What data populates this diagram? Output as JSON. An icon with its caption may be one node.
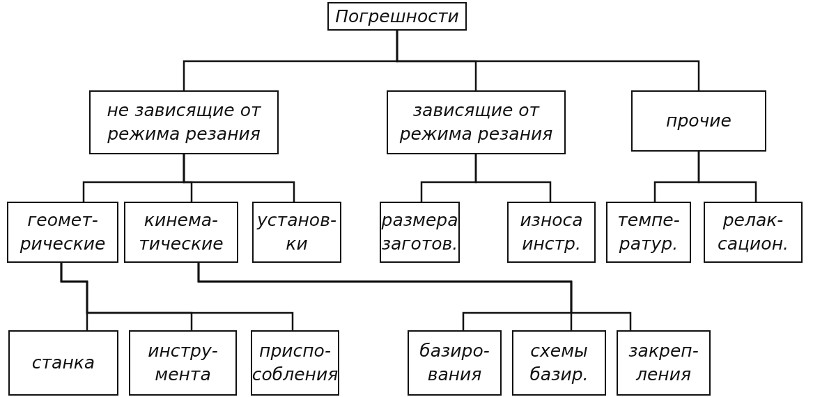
{
  "diagram": {
    "nodes": [
      {
        "text": [
          "Погрешности"
        ]
      },
      {
        "text": [
          "не зависящие от режима резания"
        ]
      },
      {
        "text": [
          "зависящие от режима резания"
        ]
      },
      {
        "text": [
          "прочие"
        ]
      },
      {
        "text": [
          "геомет- рические"
        ]
      },
      {
        "text": [
          "кинема- тические"
        ]
      },
      {
        "text": [
          "установ- ки"
        ]
      },
      {
        "text": [
          "размера заготов."
        ]
      },
      {
        "text": [
          "износа инстр."
        ]
      },
      {
        "text": [
          "темпе- ратур."
        ]
      },
      {
        "text": [
          "релак- сацион."
        ]
      },
      {
        "text": [
          "станка"
        ]
      },
      {
        "text": [
          "инстру- мента"
        ]
      },
      {
        "text": [
          "приспо- собления"
        ]
      },
      {
        "text": [
          "базиро- вания"
        ]
      },
      {
        "text": [
          "схемы базир."
        ]
      },
      {
        "text": [
          "закреп- ления"
        ]
      }
    ],
    "edges": [
      {
        "from": 0,
        "to": 1,
        "arrow": "none"
      },
      {
        "from": 0,
        "to": 2,
        "arrow": "none"
      },
      {
        "from": 0,
        "to": 3,
        "arrow": "none"
      },
      {
        "from": 1,
        "to": 4,
        "arrow": "none"
      },
      {
        "from": 1,
        "to": 5,
        "arrow": "none"
      },
      {
        "from": 1,
        "to": 6,
        "arrow": "none"
      },
      {
        "from": 2,
        "to": 7,
        "arrow": "none"
      },
      {
        "from": 2,
        "to": 8,
        "arrow": "none"
      },
      {
        "from": 3,
        "to": 9,
        "arrow": "none"
      },
      {
        "from": 3,
        "to": 10,
        "arrow": "none"
      },
      {
        "from": 4,
        "to": 11,
        "arrow": "none"
      },
      {
        "from": 4,
        "to": 12,
        "arrow": "none"
      },
      {
        "from": 4,
        "to": 13,
        "arrow": "none"
      },
      {
        "from": 5,
        "to": 14,
        "arrow": "none"
      },
      {
        "from": 5,
        "to": 15,
        "arrow": "none"
      },
      {
        "from": 5,
        "to": 16,
        "arrow": "none"
      }
    ]
  }
}
